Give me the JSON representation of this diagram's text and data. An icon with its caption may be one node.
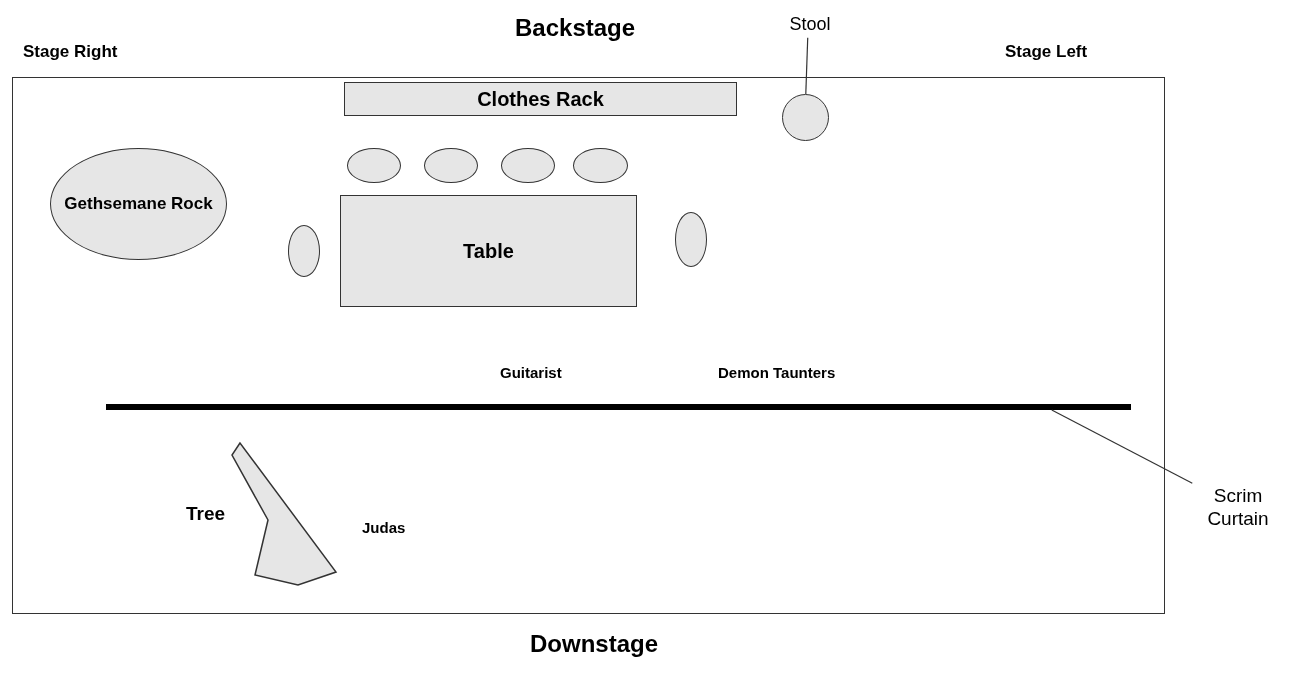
{
  "diagram": {
    "nodes": [
      {
        "text": [],
        "shape": "box"
      },
      {
        "text": [
          "Clothes Rack"
        ],
        "in": 0
      },
      {
        "text": [
          "Stool"
        ]
      },
      {
        "text": [],
        "shape": "circle",
        "in": 0
      },
      {
        "text": [
          "Gethsemane Rock"
        ],
        "in": 0
      },
      {
        "text": [],
        "shape": "ellipse",
        "in": 0
      },
      {
        "text": [],
        "shape": "ellipse",
        "in": 0
      },
      {
        "text": [],
        "shape": "ellipse",
        "in": 0
      },
      {
        "text": [],
        "shape": "ellipse",
        "in": 0
      },
      {
        "text": [],
        "shape": "ellipse",
        "in": 0
      },
      {
        "text": [
          "Table"
        ],
        "in": 0
      },
      {
        "text": [],
        "shape": "ellipse",
        "in": 0
      },
      {
        "text": [],
        "shape": "bar",
        "in": 0
      },
      {
        "text": [
          "Scrim Curtain"
        ]
      },
      {
        "text": [],
        "shape": "polygon",
        "in": 0,
        "beside": [
          "Tree"
        ]
      }
    ],
    "edges": [
      {
        "from": 2,
        "to": 3,
        "arrow": "none"
      },
      {
        "from": 13,
        "to": 12,
        "arrow": "none"
      }
    ],
    "labels": [
      "Backstage",
      "Stage Right",
      "Stage Left",
      "Guitarist",
      "Demon Taunters",
      "Judas",
      "Downstage"
    ]
  }
}
